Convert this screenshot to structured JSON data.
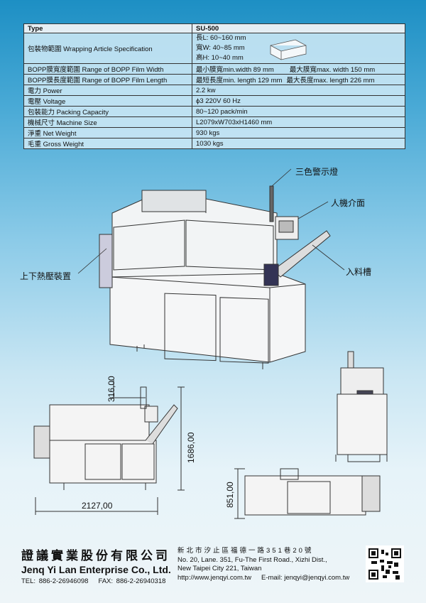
{
  "spec_table": {
    "header": {
      "label": "Type",
      "value": "SU-500"
    },
    "wrapping": {
      "label": "包裝物範圍 Wrapping Article Specification",
      "length": "長L: 60~160 mm",
      "width": "寬W: 40~85 mm",
      "height": "高H: 10~40 mm"
    },
    "rows": [
      {
        "label": "BOPP膜寬度範圍 Range of BOPP Film Width",
        "value": "最小膜寬min.width 89 mm",
        "value2": "最大膜寬max. width 150 mm"
      },
      {
        "label": "BOPP膜長度範圍 Range of BOPP Film Length",
        "value": "最短長度min. length 129 mm",
        "value2": "最大長度max. length 226 mm"
      },
      {
        "label": "電力 Power",
        "value": "2.2 kw"
      },
      {
        "label": "電壓 Voltage",
        "value": "ϕ3 220V 60 Hz"
      },
      {
        "label": "包裝能力 Packing Capacity",
        "value": "80~120 pack/min"
      },
      {
        "label": "機械尺寸 Machine Size",
        "value": "L2079xW703xH1460 mm"
      },
      {
        "label": "淨重 Net Weight",
        "value": "930 kgs"
      },
      {
        "label": "毛重 Gross Weight",
        "value": "1030 kgs"
      }
    ]
  },
  "callouts": {
    "light": "三色警示燈",
    "hmi": "人機介面",
    "feed": "入料槽",
    "heat": "上下熱壓裝置"
  },
  "dimensions": {
    "d1": "316,00",
    "d2": "1686,00",
    "d3": "2127,00",
    "d4": "851,00"
  },
  "company": {
    "name_cn": "證議實業股份有限公司",
    "name_en": "Jenq Yi Lan Enterprise Co., Ltd.",
    "tel": "TEL: 886-2-26946098",
    "fax": "FAX: 886-2-26940318",
    "addr_cn": "新北市汐止區福德一路351巷20號",
    "addr_en1": "No. 20, Lane. 351, Fu-The First Road., Xizhi Dist.,",
    "addr_en2": "New Taipei City 221, Taiwan",
    "web": "http://www.jenqyi.com.tw",
    "email": "E-mail: jenqyi@jenqyi.com.tw"
  }
}
